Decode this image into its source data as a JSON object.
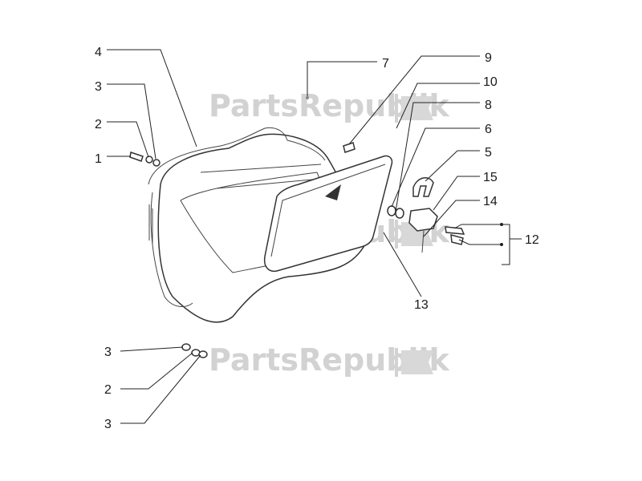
{
  "watermark": {
    "brand": "PartsRepublik"
  },
  "callouts": {
    "c1": "1",
    "c2a": "2",
    "c3a": "3",
    "c4": "4",
    "c7": "7",
    "c9": "9",
    "c10": "10",
    "c8": "8",
    "c6": "6",
    "c5": "5",
    "c15": "15",
    "c14": "14",
    "c12": "12",
    "c13": "13",
    "c3b": "3",
    "c2b": "2",
    "c3c": "3"
  },
  "colors": {
    "line": "#333333",
    "watermark": "#d2d2d2",
    "background": "#ffffff"
  }
}
